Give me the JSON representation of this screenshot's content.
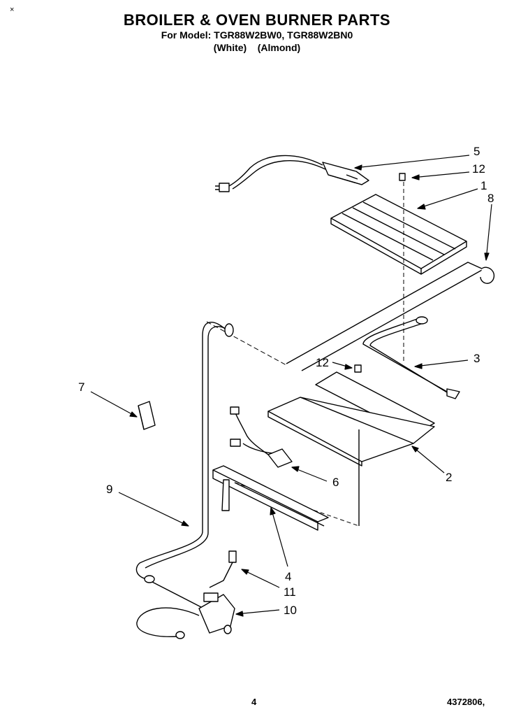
{
  "header": {
    "title": "BROILER & OVEN BURNER PARTS",
    "model_line": "For Model: TGR88W2BW0, TGR88W2BN0",
    "finish_line": "(White)    (Almond)"
  },
  "corner_mark": "×",
  "callouts": [
    "5",
    "12",
    "1",
    "8",
    "3",
    "12",
    "7",
    "6",
    "2",
    "9",
    "4",
    "11",
    "10"
  ],
  "footer": {
    "page_number": "4",
    "document_number": "4372806,"
  }
}
